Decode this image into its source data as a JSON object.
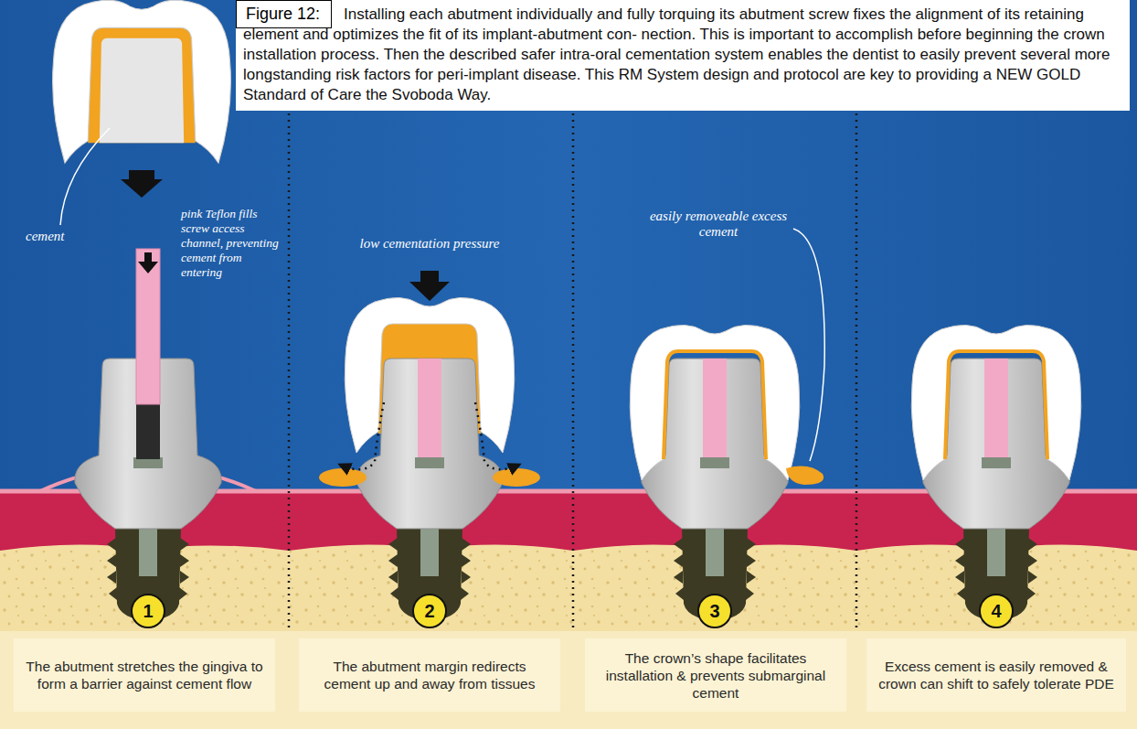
{
  "diagram": {
    "nodes": [
      {
        "text": [
          "Figure 12:"
        ]
      },
      {
        "text": [
          "Installing each abutment individually and fully torquing its abutment screw fixes the alignment of its retaining element and optimizes the fit of its implant-abutment con- nection. This is important to accomplish before beginning the crown installation process. Then the described safer intra-oral cementation system enables the dentist to easily prevent several more longstanding risk factors for peri-implant disease. This RM System design and protocol are key to providing a NEW GOLD Standard of Care the Svoboda Way."
        ]
      },
      {
        "text": [
          "1"
        ]
      },
      {
        "text": [
          "The abutment stretches the gingiva to form a barrier against cement flow"
        ]
      },
      {
        "text": [
          "2"
        ]
      },
      {
        "text": [
          "The abutment margin redirects cement up and away from tissues"
        ]
      },
      {
        "text": [
          "3"
        ]
      },
      {
        "text": [
          "The crown’s shape facilitates installation & prevents submarginal cement"
        ]
      },
      {
        "text": [
          "4"
        ]
      },
      {
        "text": [
          "Excess cement is easily removed & crown can shift to safely tolerate PDE"
        ]
      }
    ],
    "labels": [
      "cement",
      "pink Teflon fills screw access channel, preventing cement from entering",
      "low cementation pressure",
      "easily removeable excess cement"
    ]
  }
}
